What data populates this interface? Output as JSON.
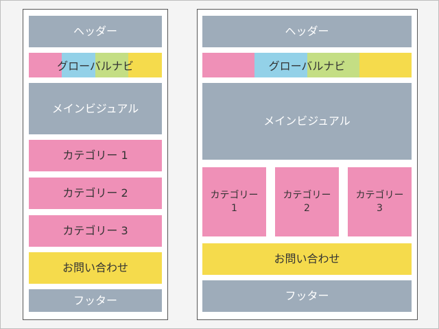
{
  "colors": {
    "gray": "#9eacba",
    "pink": "#ef90b7",
    "blue": "#93d1e8",
    "green": "#c4de84",
    "yellow": "#f5db4c"
  },
  "mobile": {
    "header": "ヘッダー",
    "globalnav": "グローバルナビ",
    "main_visual": "メインビジュアル",
    "categories": [
      "カテゴリー 1",
      "カテゴリー 2",
      "カテゴリー 3"
    ],
    "contact": "お問い合わせ",
    "footer": "フッター"
  },
  "desktop": {
    "header": "ヘッダー",
    "globalnav": "グローバルナビ",
    "main_visual": "メインビジュアル",
    "categories": [
      {
        "name": "カテゴリー",
        "num": "1"
      },
      {
        "name": "カテゴリー",
        "num": "2"
      },
      {
        "name": "カテゴリー",
        "num": "3"
      }
    ],
    "contact": "お問い合わせ",
    "footer": "フッター"
  }
}
